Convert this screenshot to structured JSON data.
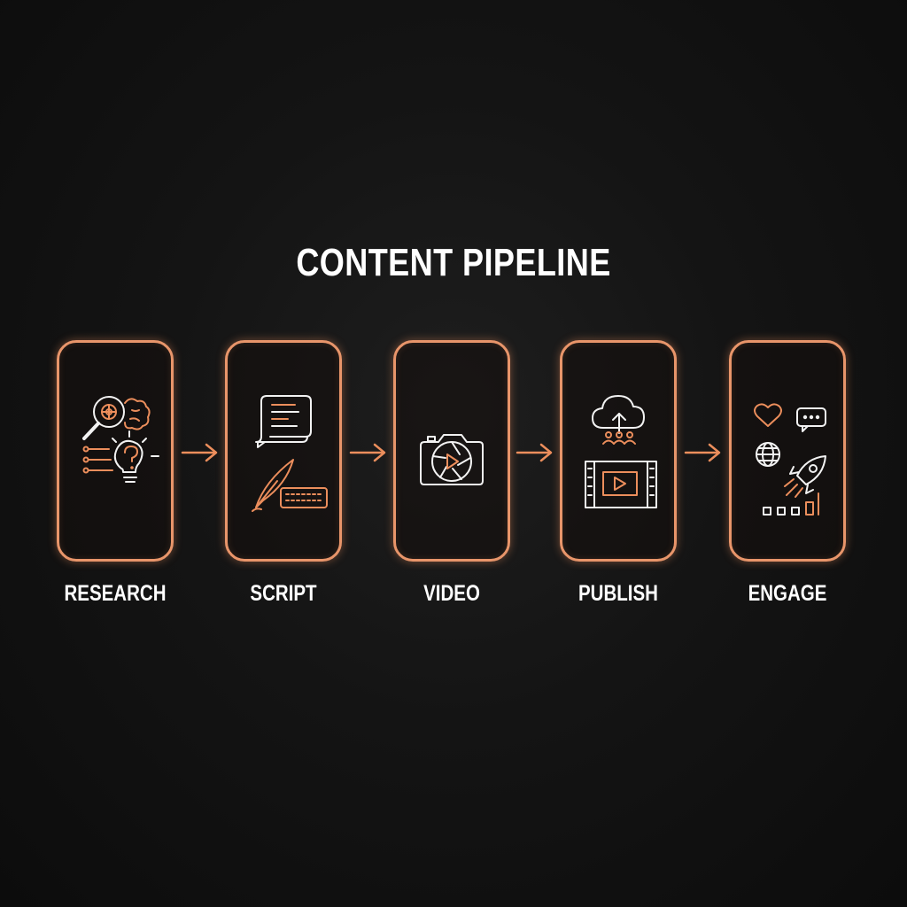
{
  "title": "CONTENT PIPELINE",
  "accent_color": "#e8956a",
  "steps": [
    {
      "label": "RESEARCH",
      "icon": "research-magnifier-brain-lightbulb-icon"
    },
    {
      "label": "SCRIPT",
      "icon": "script-scroll-quill-keyboard-icon"
    },
    {
      "label": "VIDEO",
      "icon": "camera-play-icon"
    },
    {
      "label": "PUBLISH",
      "icon": "cloud-upload-video-icon"
    },
    {
      "label": "ENGAGE",
      "icon": "engage-heart-chat-globe-rocket-icon"
    }
  ]
}
